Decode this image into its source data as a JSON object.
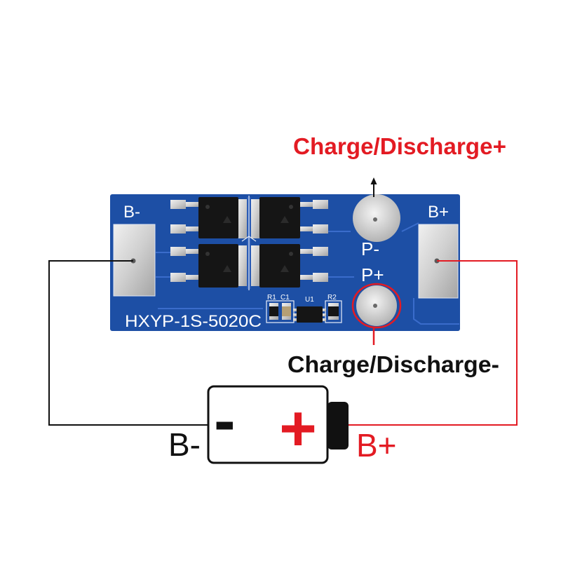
{
  "labels": {
    "charge_discharge_plus": "Charge/Discharge+",
    "charge_discharge_minus": "Charge/Discharge-",
    "battery_negative": "B-",
    "battery_positive": "B+"
  },
  "board": {
    "model": "HXYP-1S-5020C",
    "pad_b_minus": "B-",
    "pad_b_plus": "B+",
    "pad_p_minus": "P-",
    "pad_p_plus": "P+",
    "components": {
      "r1": "R1",
      "c1": "C1",
      "u1": "U1",
      "r2": "R2"
    }
  },
  "battery": {
    "minus_sign": "-",
    "plus_sign": "+"
  },
  "icons": {
    "output_arrow": "arrow-up-icon",
    "battery": "battery-icon"
  },
  "colors": {
    "pcb_blue": "#1d4fa5",
    "accent_red": "#e31b23",
    "wire_black": "#111111",
    "silver": "#c8c8c8"
  }
}
